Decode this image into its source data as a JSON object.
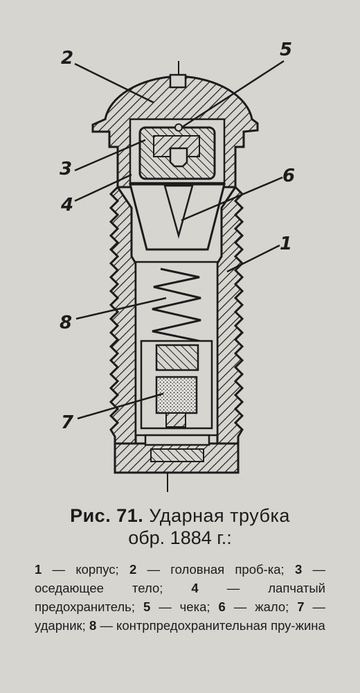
{
  "figure": {
    "labels": [
      "2",
      "5",
      "3",
      "6",
      "4",
      "1",
      "8",
      "7"
    ]
  },
  "caption": {
    "fig_label": "Рис. 71.",
    "title": "Ударная трубка",
    "subtitle": "обр. 1884 г.:"
  },
  "legend": {
    "items": [
      {
        "num": "1",
        "text": "корпус;"
      },
      {
        "num": "2",
        "text": "головная проб-ка;"
      },
      {
        "num": "3",
        "text": "оседающее тело;"
      },
      {
        "num": "4",
        "text": "лапчатый предохранитель;"
      },
      {
        "num": "5",
        "text": "чека;"
      },
      {
        "num": "6",
        "text": "жало;"
      },
      {
        "num": "7",
        "text": "ударник;"
      },
      {
        "num": "8",
        "text": "контрпредохранительная пру-жина"
      }
    ]
  }
}
